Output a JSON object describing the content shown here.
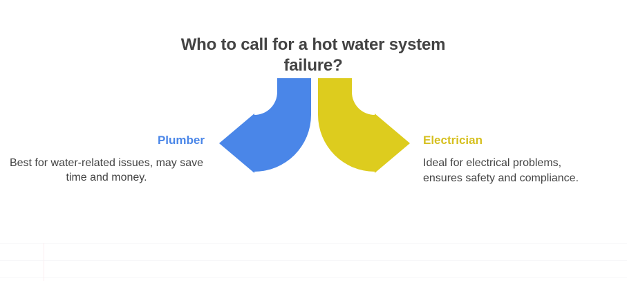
{
  "slide": {
    "background_color": "#ffffff",
    "title": "Who to call for a hot water system failure?"
  },
  "branches": {
    "left": {
      "label": "Plumber",
      "label_color": "#4a86e8",
      "description": "Best for water-related issues, may save time and money.",
      "arrow": {
        "icon": "curved-arrow-left",
        "color": "#4a86e8",
        "direction": "down-left"
      }
    },
    "right": {
      "label": "Electrician",
      "label_color": "#d6c021",
      "description": "Ideal for electrical problems, ensures safety and compliance.",
      "arrow": {
        "icon": "curved-arrow-right",
        "color": "#ddcc1e",
        "direction": "down-right"
      }
    }
  },
  "grid": {
    "line_color": "#f7f7f9",
    "vline_color": "#fbeef0",
    "horizontal_rows": [
      21,
      46,
      70
    ],
    "vertical_columns": [
      63
    ]
  }
}
